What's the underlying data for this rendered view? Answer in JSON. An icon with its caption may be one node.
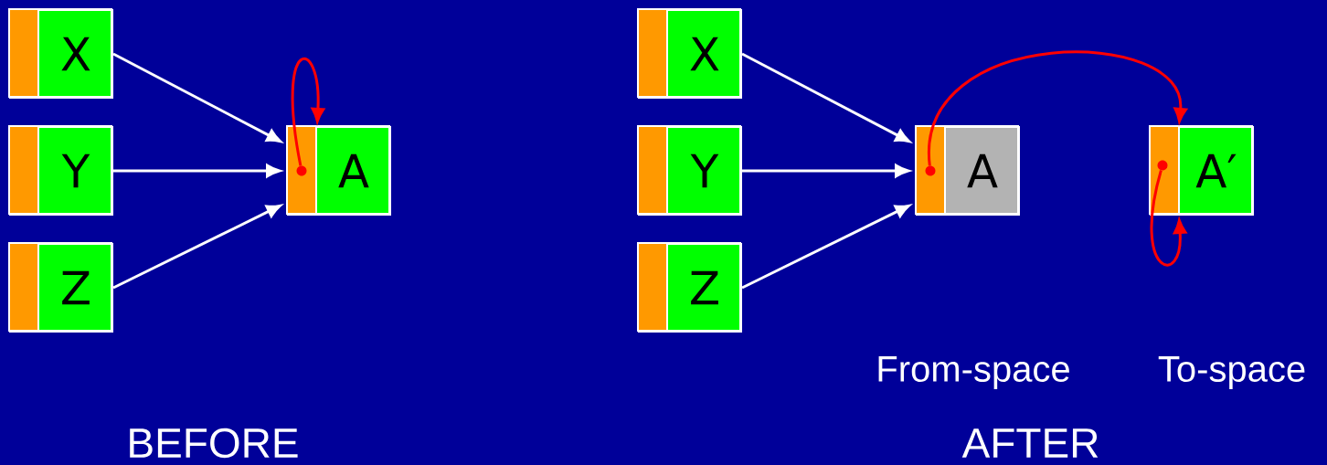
{
  "diagram": {
    "nodes": [
      {
        "text": [
          "X"
        ]
      },
      {
        "text": [
          "Y"
        ]
      },
      {
        "text": [
          "Z"
        ]
      },
      {
        "text": [
          "A"
        ]
      },
      {
        "text": [],
        "shape": "circle",
        "in": 3
      },
      {
        "text": [
          "X"
        ]
      },
      {
        "text": [
          "Y"
        ]
      },
      {
        "text": [
          "Z"
        ]
      },
      {
        "text": [
          "A"
        ]
      },
      {
        "text": [],
        "shape": "circle",
        "in": 8
      },
      {
        "text": [
          "A′"
        ]
      },
      {
        "text": [],
        "shape": "circle",
        "in": 10
      }
    ],
    "edges": [
      {
        "from": 0,
        "to": 3,
        "arrow": "to"
      },
      {
        "from": 1,
        "to": 3,
        "arrow": "to"
      },
      {
        "from": 2,
        "to": 3,
        "arrow": "to"
      },
      {
        "from": 4,
        "to": 3,
        "arrow": "to",
        "color": "#ff0000"
      },
      {
        "from": 5,
        "to": 8,
        "arrow": "to"
      },
      {
        "from": 6,
        "to": 8,
        "arrow": "to"
      },
      {
        "from": 7,
        "to": 8,
        "arrow": "to"
      },
      {
        "from": 9,
        "to": 10,
        "arrow": "to",
        "color": "#ff0000"
      },
      {
        "from": 11,
        "to": 10,
        "arrow": "to",
        "color": "#ff0000"
      }
    ],
    "labels": [
      "From-space",
      "To-space",
      "BEFORE",
      "AFTER"
    ]
  }
}
